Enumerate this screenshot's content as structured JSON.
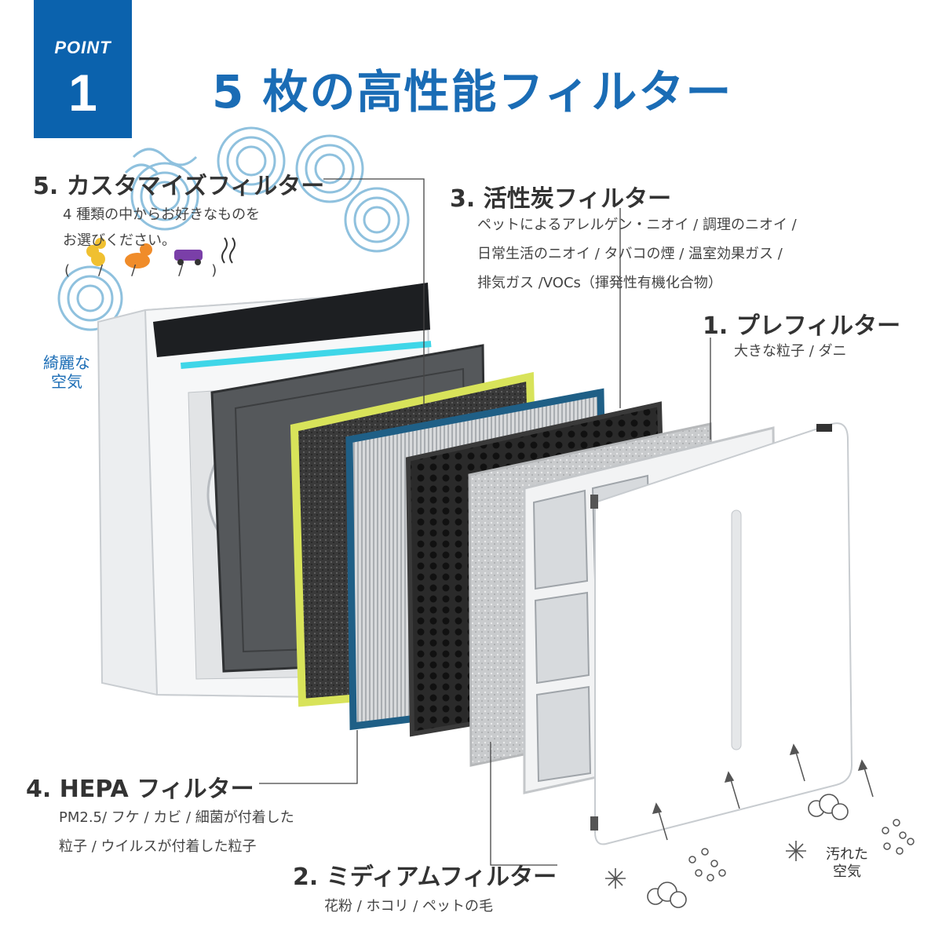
{
  "badge": {
    "label": "POINT",
    "number": "1"
  },
  "title": "5 枚の高性能フィルター",
  "filters": {
    "custom": {
      "heading": "5. カスタマイズフィルター",
      "desc1": "4 種類の中からお好きなものを",
      "desc2": "お選びください。",
      "options": "(　　/　　/　　　/　　)"
    },
    "carbon": {
      "heading": "3. 活性炭フィルター",
      "desc1": "ペットによるアレルゲン・ニオイ / 調理のニオイ /",
      "desc2": "日常生活のニオイ / タバコの煙 / 温室効果ガス /",
      "desc3": "排気ガス /VOCs（揮発性有機化合物）"
    },
    "pre": {
      "heading": "1. プレフィルター",
      "desc1": "大きな粒子 / ダニ"
    },
    "hepa": {
      "heading": "4. HEPA フィルター",
      "desc1": "PM2.5/ フケ / カビ / 細菌が付着した",
      "desc2": "粒子 / ウイルスが付着した粒子"
    },
    "medium": {
      "heading": "2. ミディアムフィルター",
      "desc1": "花粉 / ホコリ / ペットの毛"
    }
  },
  "clean_air": {
    "line1": "綺麗な",
    "line2": "空気"
  },
  "dirty_air": {
    "line1": "汚れた",
    "line2": "空気"
  },
  "colors": {
    "brand_blue": "#0b62ad",
    "title_blue": "#1a6cb5",
    "hepa_blue": "#1f5f86",
    "custom_yellow": "#d8e35a",
    "led_cyan": "#3fd6e8"
  },
  "icons": [
    "pollen-icon",
    "cat-icon",
    "car-icon",
    "smell-icon",
    "airflow-swirl-icon",
    "dust-particles-icon",
    "cloud-icon",
    "arrow-up-icon"
  ]
}
